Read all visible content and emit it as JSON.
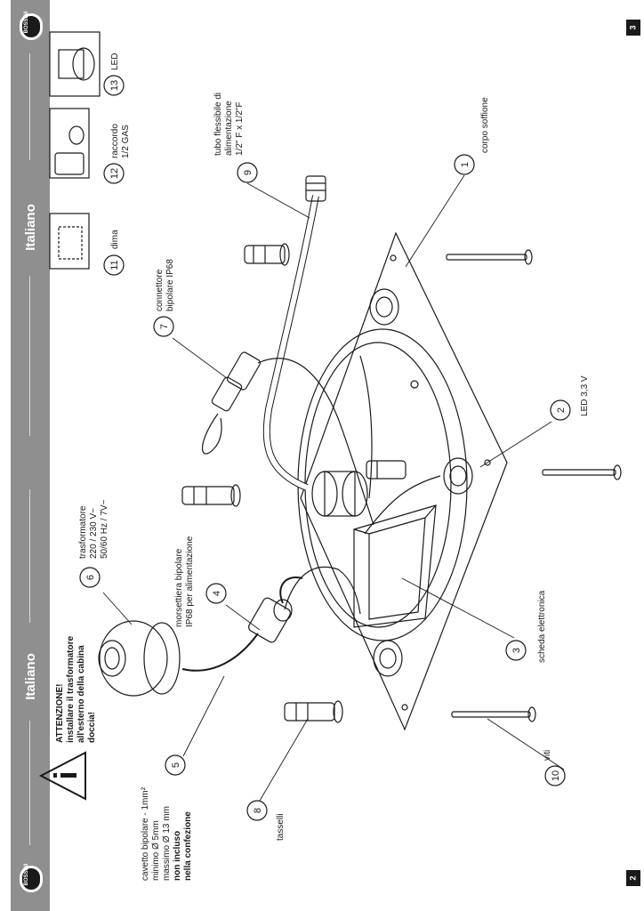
{
  "sidebar": {
    "language_label_top": "Italiano",
    "language_label_bottom": "Italiano",
    "brand": "BOSSINI",
    "brand_bottom": "BOSSINI"
  },
  "page_numbers": {
    "left": "2",
    "right": "3"
  },
  "warning": {
    "line1": "ATTENZIONE!",
    "line2": "installare il trasformatore",
    "line3": "all'esterno della cabina",
    "line4": "doccia!"
  },
  "cable_note": {
    "line1": "cavetto bipolare - 1mm²",
    "line2": "minimo Ø 5mm",
    "line3": "massimo Ø 13 mm",
    "line4": "non incluso",
    "line5": "nella confezione"
  },
  "parts": [
    {
      "number": "1",
      "label1": "corpo soffione",
      "label2": "",
      "label3": ""
    },
    {
      "number": "2",
      "label1": "LED 3,3 V",
      "label2": "",
      "label3": ""
    },
    {
      "number": "3",
      "label1": "scheda elettronica",
      "label2": "",
      "label3": ""
    },
    {
      "number": "4",
      "label1": "morsettiera bipolare",
      "label2": "IP68 per alimentazione",
      "label3": ""
    },
    {
      "number": "5",
      "label1": "",
      "label2": "",
      "label3": ""
    },
    {
      "number": "6",
      "label1": "trasformatore",
      "label2": "220 / 230 V~",
      "label3": "50/60 Hz / 7V~"
    },
    {
      "number": "7",
      "label1": "connettore",
      "label2": "bipolare IP68",
      "label3": ""
    },
    {
      "number": "8",
      "label1": "tasselli",
      "label2": "",
      "label3": ""
    },
    {
      "number": "9",
      "label1": "tubo flessibile di",
      "label2": "alimentazione",
      "label3": "1/2\" F x 1/2\"F"
    },
    {
      "number": "10",
      "label1": "viti",
      "label2": "",
      "label3": ""
    },
    {
      "number": "11",
      "label1": "dima",
      "label2": "",
      "label3": ""
    },
    {
      "number": "12",
      "label1": "raccordo",
      "label2": "1/2 GAS",
      "label3": ""
    },
    {
      "number": "13",
      "label1": "LED",
      "label2": "",
      "label3": ""
    }
  ]
}
